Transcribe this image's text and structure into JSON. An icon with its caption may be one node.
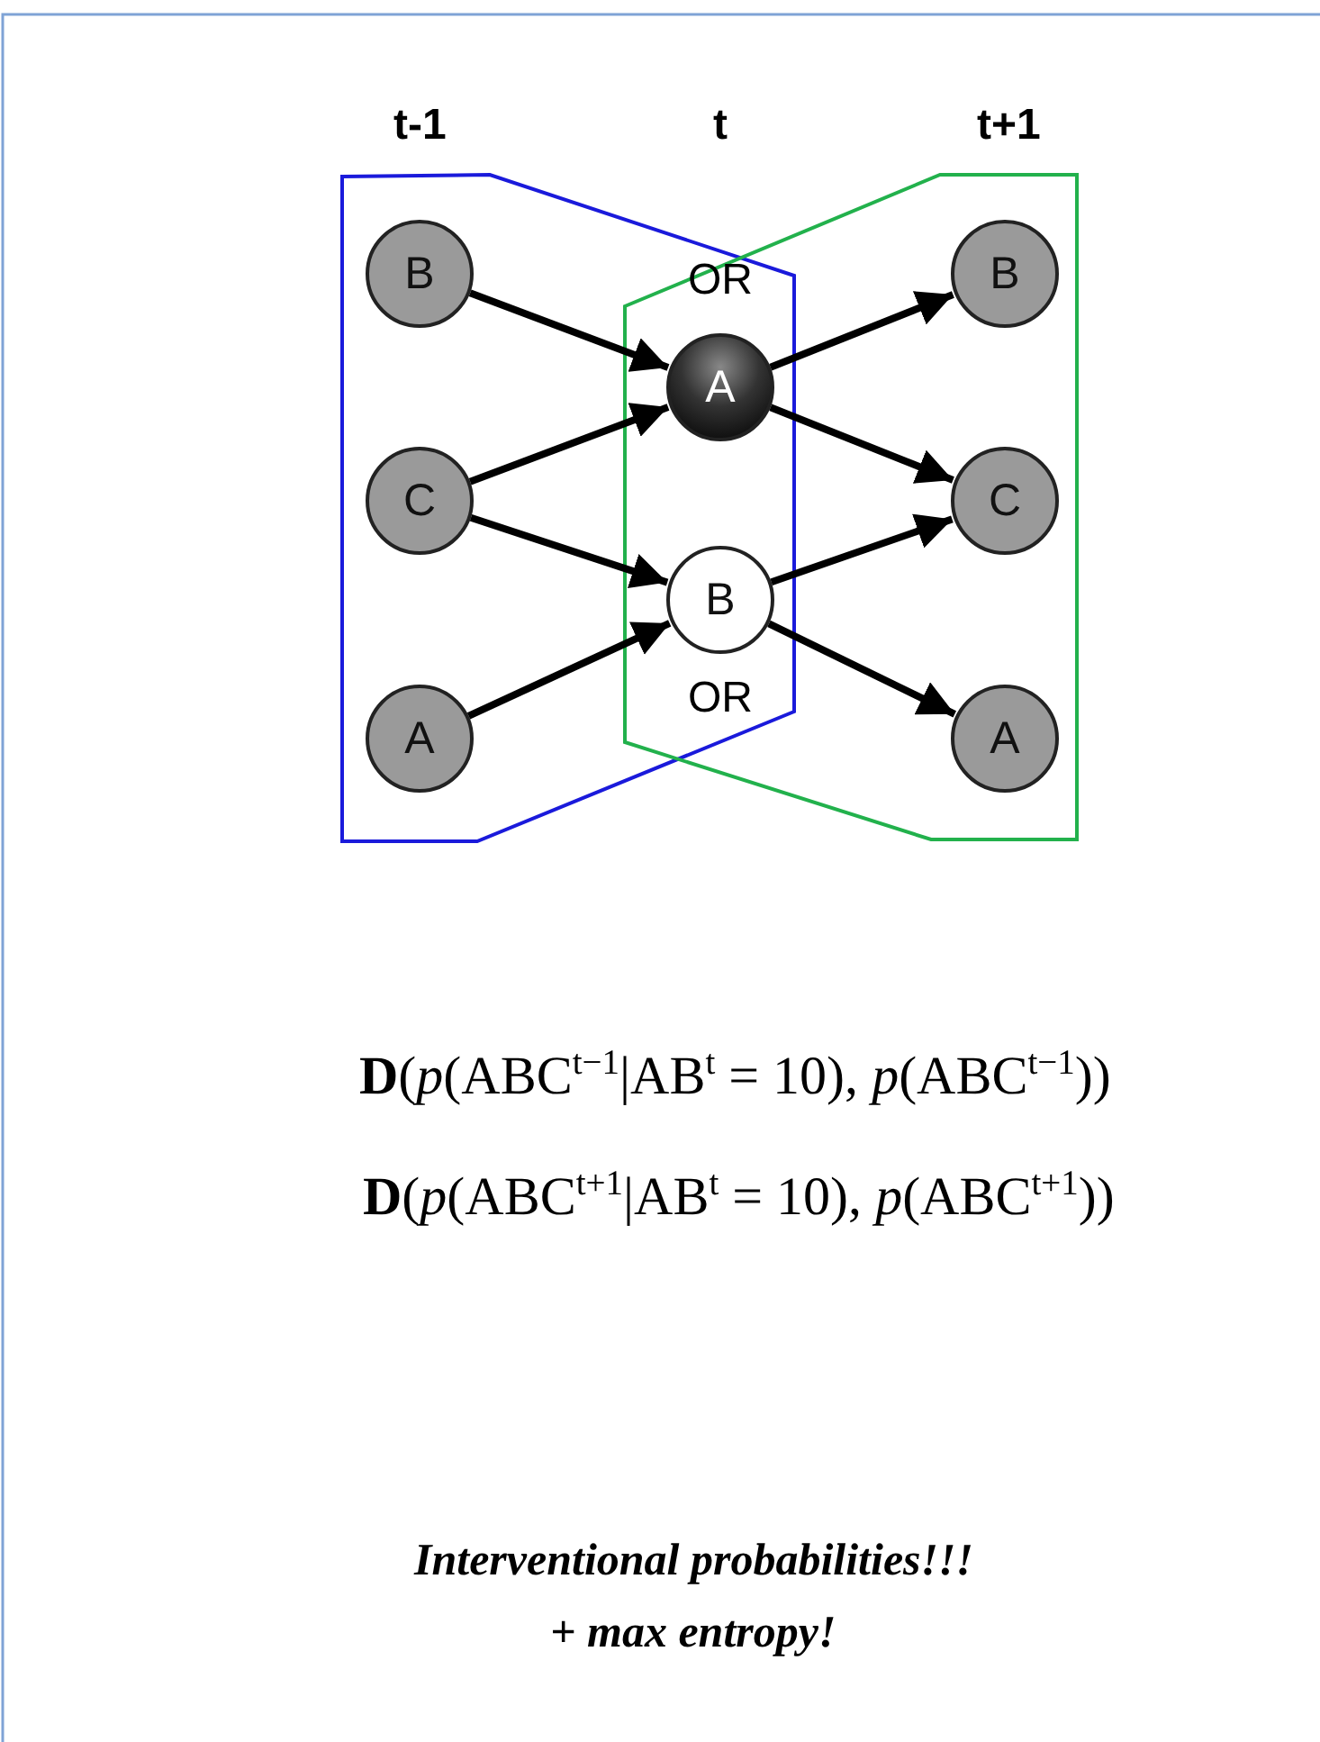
{
  "diagram": {
    "nodes": [
      {
        "text": [
          "B"
        ]
      },
      {
        "text": [
          "C"
        ]
      },
      {
        "text": [
          "A"
        ]
      },
      {
        "text": [
          "A"
        ]
      },
      {
        "text": [
          "B"
        ]
      },
      {
        "text": [
          "B"
        ]
      },
      {
        "text": [
          "C"
        ]
      },
      {
        "text": [
          "A"
        ]
      }
    ],
    "edges": [
      {
        "from": 0,
        "to": 3,
        "arrow": "to"
      },
      {
        "from": 1,
        "to": 3,
        "arrow": "to"
      },
      {
        "from": 1,
        "to": 4,
        "arrow": "to"
      },
      {
        "from": 2,
        "to": 4,
        "arrow": "to"
      },
      {
        "from": 3,
        "to": 5,
        "arrow": "to"
      },
      {
        "from": 3,
        "to": 6,
        "arrow": "to"
      },
      {
        "from": 4,
        "to": 6,
        "arrow": "to"
      },
      {
        "from": 4,
        "to": 7,
        "arrow": "to"
      }
    ],
    "labels": [
      "t-1",
      "t",
      "t+1",
      "OR",
      "OR",
      "**D**(*p*(ABC$^{t−1}$|AB$^{t}$ = 10), *p*(ABC$^{t−1}$))",
      "**D**(*p*(ABC$^{t+1}$|AB$^{t}$ = 10), *p*(ABC$^{t+1}$))",
      "Interventional probabilities!!!",
      "+ max entropy!"
    ]
  }
}
